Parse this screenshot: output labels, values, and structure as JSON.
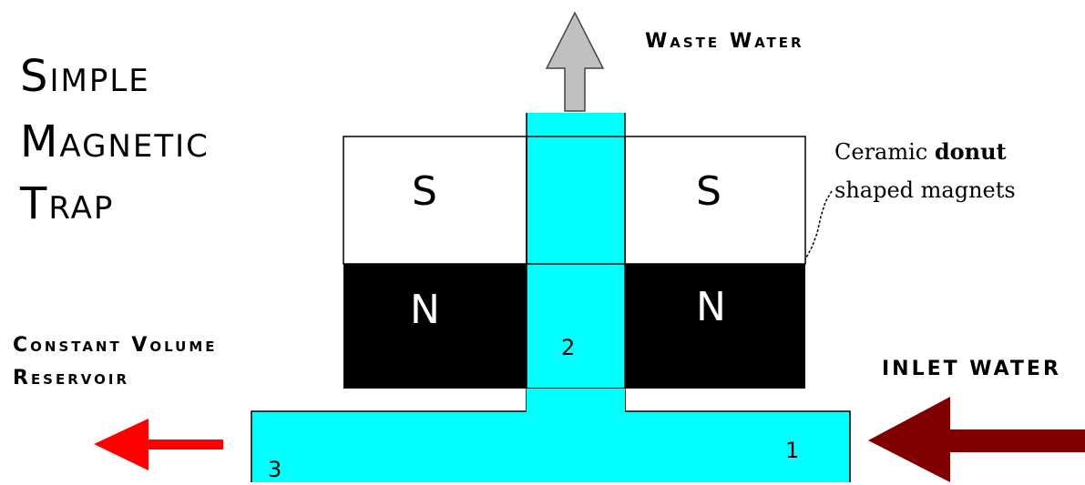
{
  "title": {
    "line1": "Simple",
    "line2": "Magnetic",
    "line3": "Trap"
  },
  "labels": {
    "waste_water": "Waste Water",
    "magnets_part1": "Ceramic ",
    "magnets_bold": "donut",
    "magnets_line2": "shaped magnets",
    "reservoir_line1": "Constant Volume",
    "reservoir_line2": "Reservoir",
    "inlet_water": "INLET WATER"
  },
  "poles": {
    "top_left": "S",
    "top_right": "S",
    "bottom_left": "N",
    "bottom_right": "N"
  },
  "points": {
    "p1": "1",
    "p2": "2",
    "p3": "3"
  },
  "colors": {
    "water": "#00ffff",
    "magnet_north": "#000000",
    "magnet_south": "#ffffff",
    "waste_arrow": "#c0c0c0",
    "outlet_arrow": "#ff0000",
    "inlet_arrow": "#800000"
  }
}
